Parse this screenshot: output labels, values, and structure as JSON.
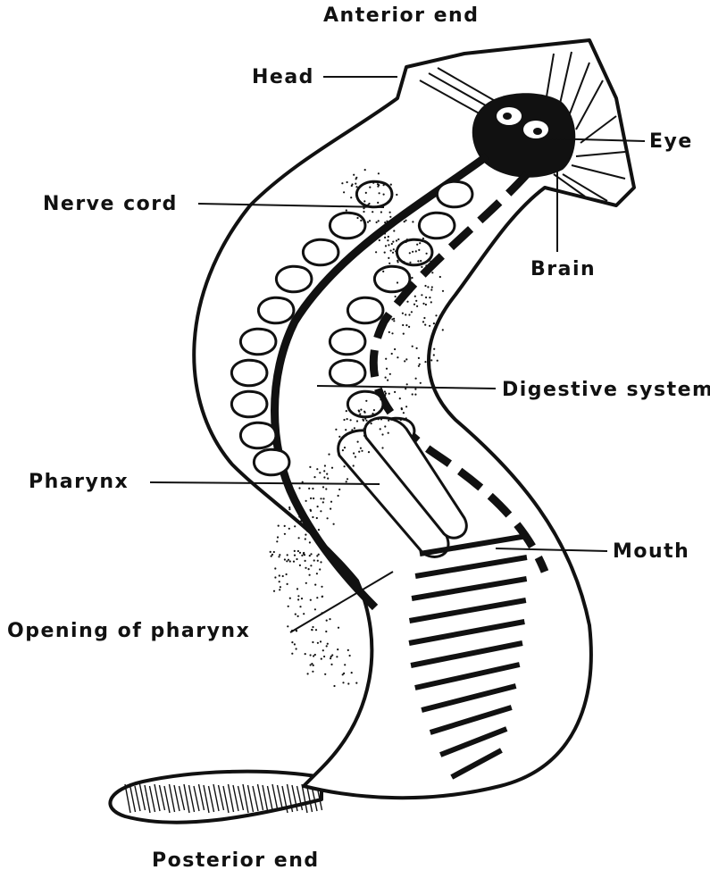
{
  "labels": {
    "anterior_end": "Anterior end",
    "head": "Head",
    "eye": "Eye",
    "nerve_cord": "Nerve cord",
    "brain": "Brain",
    "digestive_system": "Digestive system",
    "pharynx": "Pharynx",
    "mouth": "Mouth",
    "opening_of_pharynx": "Opening of pharynx",
    "posterior_end": "Posterior end"
  },
  "colors": {
    "ink": "#111111",
    "background": "#ffffff"
  }
}
